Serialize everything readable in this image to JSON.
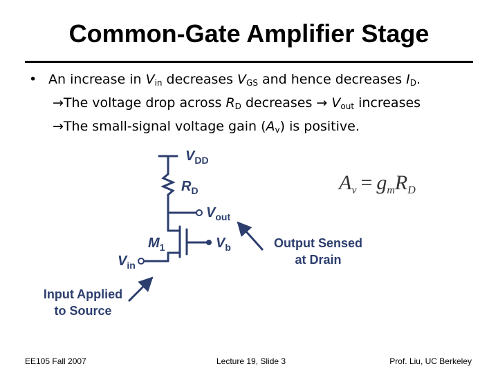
{
  "slide": {
    "title": "Common-Gate Amplifier Stage",
    "line1": {
      "bullet": "•",
      "t1": "An increase in ",
      "v1": "V",
      "v1sub": "in",
      "t2": " decreases ",
      "v2": "V",
      "v2sub": "GS",
      "t3": " and hence decreases ",
      "v3": "I",
      "v3sub": "D",
      "t4": "."
    },
    "line2": {
      "arrow1": "→",
      "t1": "The voltage drop across ",
      "v1": "R",
      "v1sub": "D",
      "t2": " decreases ",
      "arrow2": "→",
      "v2": " V",
      "v2sub": "out",
      "t3": " increases"
    },
    "line3": {
      "arrow1": "→",
      "t1": "The small-signal voltage gain (",
      "v1": "A",
      "v1sub": "v",
      "t2": ") is positive."
    }
  },
  "circuit": {
    "vdd": "V",
    "vdd_sub": "DD",
    "rd": "R",
    "rd_sub": "D",
    "vout": "V",
    "vout_sub": "out",
    "m1": "M",
    "m1_sub": "1",
    "vb": "V",
    "vb_sub": "b",
    "vin": "V",
    "vin_sub": "in",
    "output_note_1": "Output Sensed",
    "output_note_2": "at Drain",
    "input_note_1": "Input Applied",
    "input_note_2": "to Source"
  },
  "equation": {
    "a": "A",
    "a_sub": "v",
    "eq": "=",
    "g": "g",
    "g_sub": "m",
    "r": "R",
    "r_sub": "D"
  },
  "footer": {
    "left": "EE105 Fall 2007",
    "center": "Lecture 19, Slide 3",
    "right": "Prof. Liu, UC Berkeley"
  },
  "colors": {
    "diagram": "#2c3e6e",
    "text": "#000000"
  }
}
